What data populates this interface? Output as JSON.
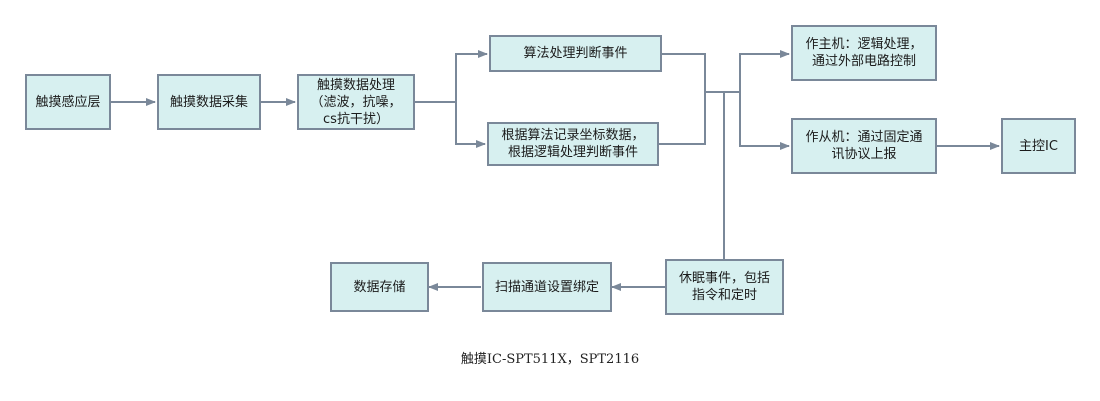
{
  "nodes": {
    "touch_layer": "触摸感应层",
    "data_collect": "触摸数据采集",
    "data_process": "触摸数据处理\n（滤波，抗噪，\ncs抗干扰）",
    "algo_event": "算法处理判断事件",
    "algo_coords": "根据算法记录坐标数据，\n根据逻辑处理判断事件",
    "master": "作主机：逻辑处理，\n通过外部电路控制",
    "slave": "作从机：通过固定通\n讯协议上报",
    "main_ic": "主控IC",
    "sleep": "休眠事件，包括\n指令和定时",
    "scan": "扫描通道设置绑定",
    "storage": "数据存储"
  },
  "caption": "触摸IC-SPT511X，SPT2116",
  "colors": {
    "box_fill": "#d7f0f0",
    "box_border": "#7a8899",
    "line": "#7a8899"
  }
}
